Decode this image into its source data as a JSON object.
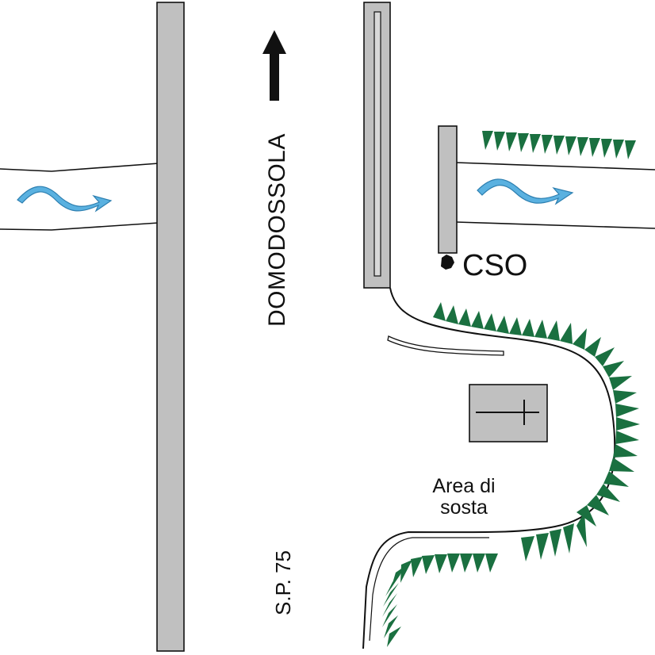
{
  "map": {
    "destination_label": "DOMODOSSOLA",
    "road_label": "S.P. 75",
    "overflow_label": "CSO",
    "parking_label_line1": "Area di",
    "parking_label_line2": "sosta",
    "icons": [
      "north-arrow-icon",
      "water-flow-arrow-icon",
      "embankment-vegetation-icon",
      "cemetery-cross-icon",
      "cso-point-icon"
    ],
    "colors": {
      "structure_fill": "#c0c0c0",
      "outline": "#111111",
      "flow_arrow": "#5ab1e0",
      "vegetation": "#1a7040"
    }
  }
}
